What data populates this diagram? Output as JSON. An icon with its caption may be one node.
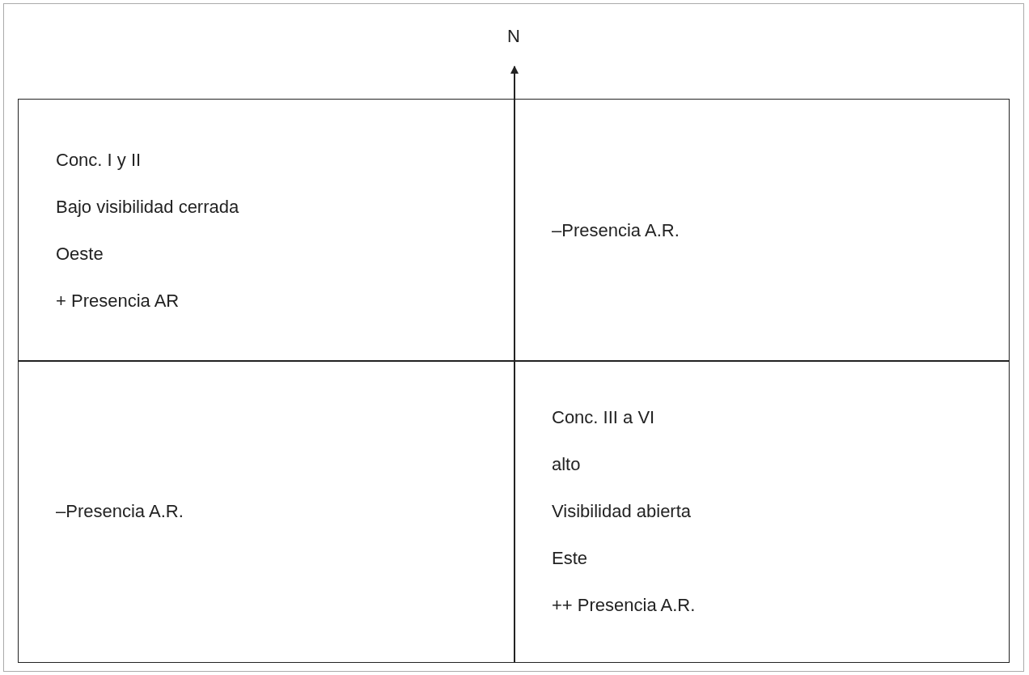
{
  "diagram": {
    "nodes": [
      {
        "text": [
          "Conc. I y II",
          "Bajo visibilidad cerrada",
          "Oeste",
          "+ Presencia AR"
        ]
      },
      {
        "text": [
          "–Presencia A.R."
        ]
      },
      {
        "text": [
          "–Presencia A.R."
        ]
      },
      {
        "text": [
          "Conc. III a VI",
          "alto",
          "Visibilidad abierta",
          "Este",
          "++ Presencia A.R."
        ]
      }
    ],
    "labels": [
      "N"
    ]
  }
}
